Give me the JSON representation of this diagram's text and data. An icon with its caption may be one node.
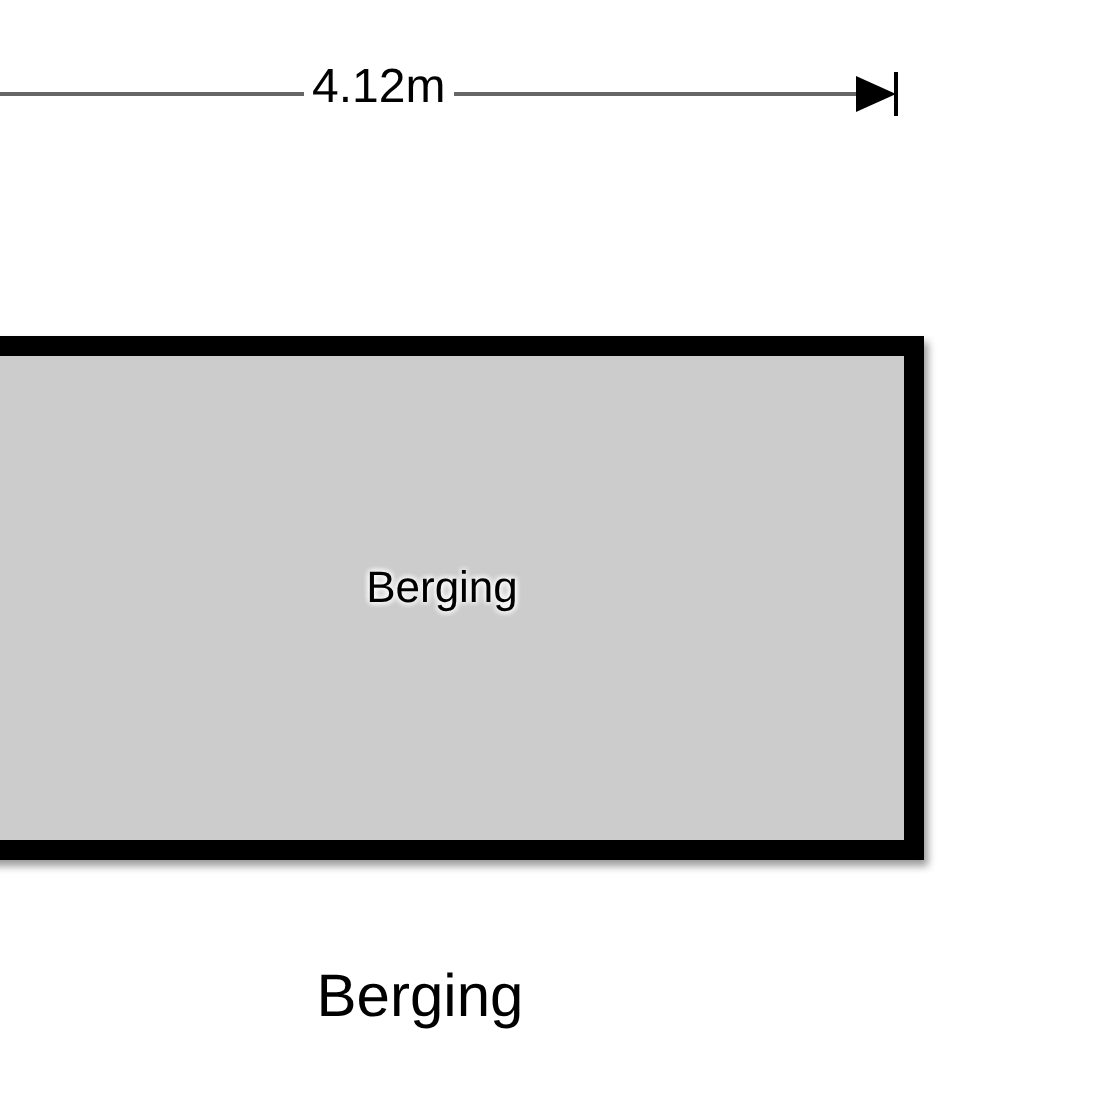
{
  "diagram": {
    "caption": "Berging",
    "nodes": [
      {
        "text": [
          "Berging"
        ]
      }
    ],
    "labels": [
      "4.12m"
    ]
  }
}
